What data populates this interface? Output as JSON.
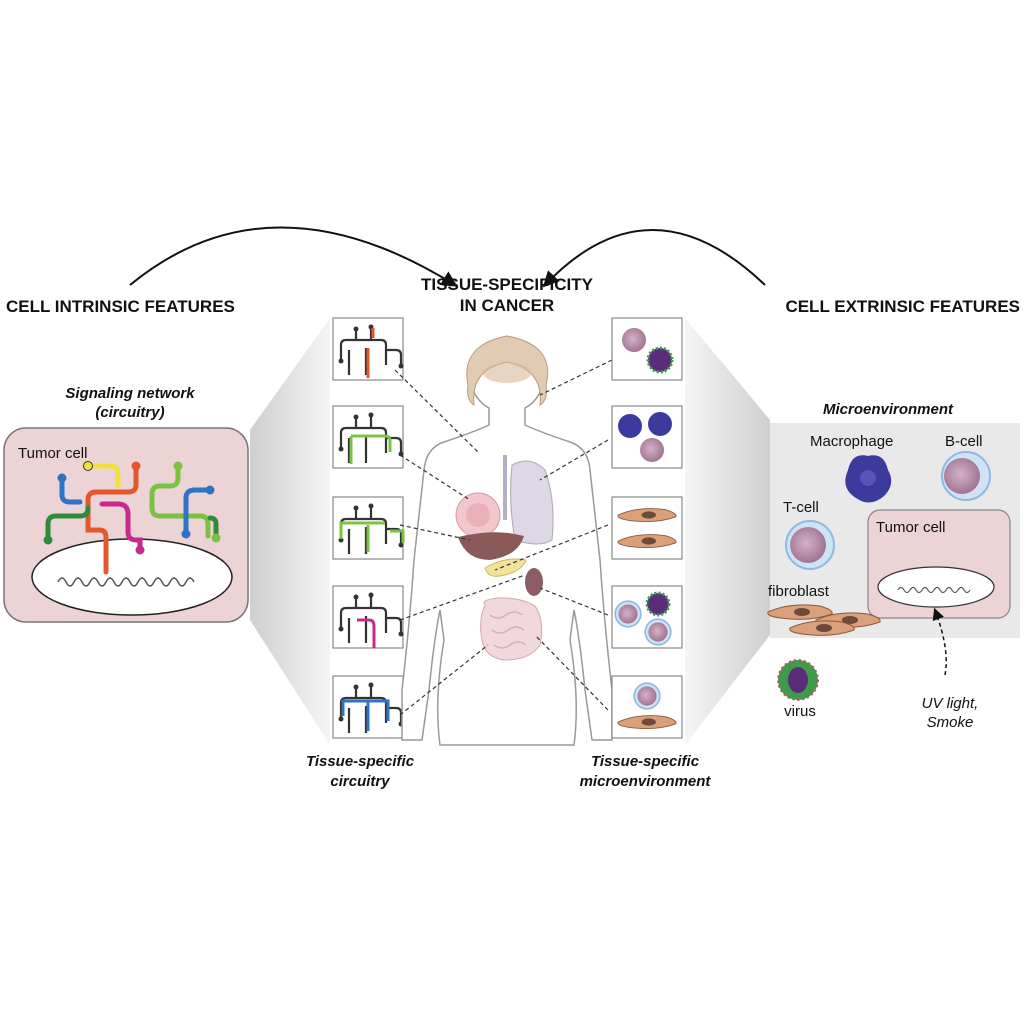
{
  "headers": {
    "left": "CELL INTRINSIC FEATURES",
    "center_line1": "TISSUE-SPECIFICITY",
    "center_line2": "IN CANCER",
    "right": "CELL EXTRINSIC FEATURES"
  },
  "left_panel": {
    "title_line1": "Signaling network",
    "title_line2": "(circuitry)",
    "cell_label": "Tumor cell"
  },
  "center": {
    "caption_left_line1": "Tissue-specific",
    "caption_left_line2": "circuitry",
    "caption_right_line1": "Tissue-specific",
    "caption_right_line2": "microenvironment"
  },
  "right_panel": {
    "title": "Microenvironment",
    "labels": {
      "macrophage": "Macrophage",
      "bcell": "B-cell",
      "tcell": "T-cell",
      "tumor_cell": "Tumor cell",
      "fibroblast": "fibroblast",
      "virus": "virus",
      "uv_line1": "UV light,",
      "uv_line2": "Smoke"
    }
  },
  "colors": {
    "tumor_cell_fill": "#ecd3d6",
    "circuit_orange": "#e2582a",
    "circuit_green": "#7cc242",
    "circuit_dark_green": "#2f8a3a",
    "circuit_magenta": "#c9298c",
    "circuit_blue": "#2f73c7",
    "circuit_yellow": "#f1e13b",
    "macrophage": "#3b3b9e",
    "tcell_ring": "#a9cfee",
    "nucleus": "#b98aa9",
    "virus_green": "#3e9b4a",
    "virus_purple": "#5b2c7a"
  },
  "icons": [
    "circuit-icon",
    "body-silhouette-icon",
    "lung-icon",
    "breast-icon",
    "liver-icon",
    "pancreas-icon",
    "kidney-icon",
    "intestine-icon",
    "macrophage-icon",
    "b-cell-icon",
    "t-cell-icon",
    "fibroblast-icon",
    "virus-icon",
    "dna-icon"
  ]
}
